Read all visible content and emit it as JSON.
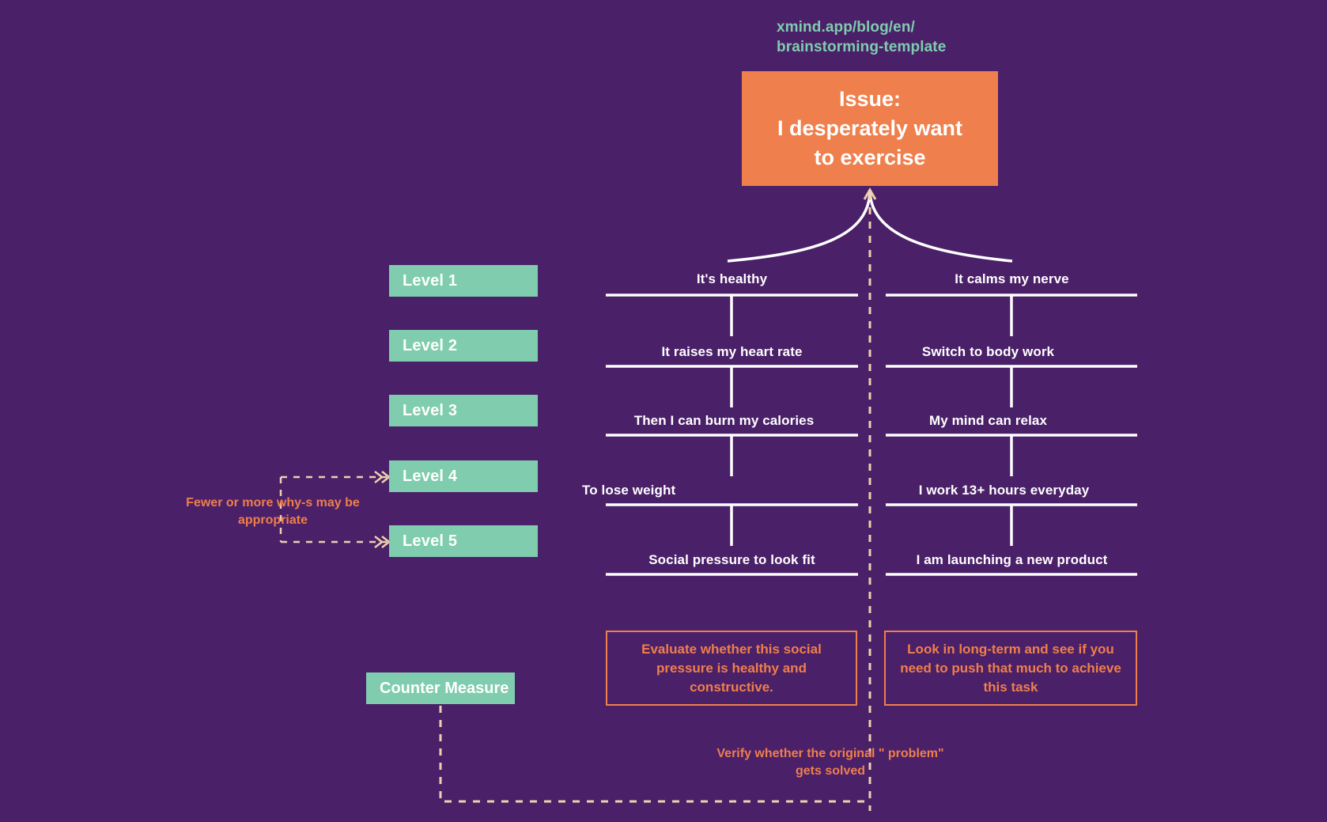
{
  "source_url": "xmind.app/blog/en/\nbrainstorming-template",
  "source_url_line1": "xmind.app/blog/en/",
  "source_url_line2": "brainstorming-template",
  "issue": {
    "label": "Issue:\nI desperately want\nto exercise",
    "line1": "Issue:",
    "line2": "I desperately want",
    "line3": "to exercise"
  },
  "legend": {
    "levels": [
      {
        "label": "Level 1"
      },
      {
        "label": "Level 2"
      },
      {
        "label": "Level 3"
      },
      {
        "label": "Level 4"
      },
      {
        "label": "Level 5"
      }
    ],
    "counter_measure": "Counter Measure"
  },
  "annotations": {
    "levels_note": "Fewer or more why-s may be appropriate",
    "verify_note": "Verify whether the original \" problem\" gets solved"
  },
  "branches": [
    {
      "name": "left-branch",
      "nodes": [
        "It's healthy",
        "It raises my heart rate",
        "Then I can burn my calories",
        "To lose weight",
        "Social pressure to look fit"
      ],
      "outcome": "Evaluate whether this social pressure is healthy and constructive."
    },
    {
      "name": "right-branch",
      "nodes": [
        "It calms my nerve",
        "Switch to body work",
        "My mind can relax",
        "I work 13+ hours everyday",
        "I am launching a new product"
      ],
      "outcome": "Look in long-term and see if you need to push that much to achieve this task"
    }
  ],
  "colors": {
    "background": "#4a2068",
    "accent_orange": "#ef7f4c",
    "accent_green": "#7fccae",
    "text_white": "#ffffff"
  }
}
